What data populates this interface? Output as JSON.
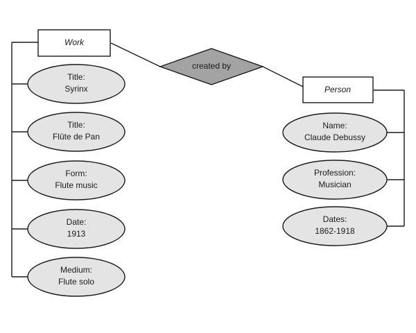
{
  "entities": {
    "work": {
      "label": "Work"
    },
    "person": {
      "label": "Person"
    }
  },
  "relationship": {
    "label": "created by"
  },
  "work_attributes": [
    {
      "name": "Title:",
      "value": "Syrinx"
    },
    {
      "name": "Title:",
      "value": "Flûte de Pan"
    },
    {
      "name": "Form:",
      "value": "Flute music"
    },
    {
      "name": "Date:",
      "value": "1913"
    },
    {
      "name": "Medium:",
      "value": "Flute solo"
    }
  ],
  "person_attributes": [
    {
      "name": "Name:",
      "value": "Claude Debussy"
    },
    {
      "name": "Profession:",
      "value": "Musician"
    },
    {
      "name": "Dates:",
      "value": "1862-1918"
    }
  ],
  "colors": {
    "attribute_fill": "#e4e4e4",
    "relationship_fill": "#a3a3a3",
    "stroke": "#1a1a1a"
  }
}
